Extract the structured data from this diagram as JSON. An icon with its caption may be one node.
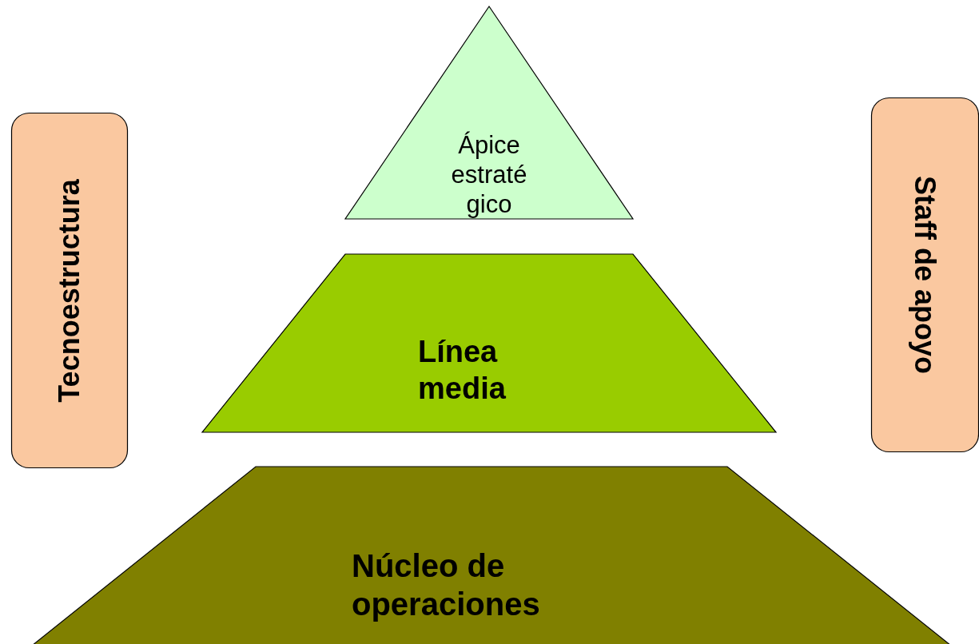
{
  "diagram": {
    "nodes": [
      {
        "text": [
          "Tecnoestructura"
        ]
      },
      {
        "text": [
          "Ápice estratégico"
        ]
      },
      {
        "text": [
          "Línea media"
        ]
      },
      {
        "text": [
          "Núcleo de operaciones"
        ]
      },
      {
        "text": [
          "Staff de apoyo"
        ]
      }
    ]
  }
}
